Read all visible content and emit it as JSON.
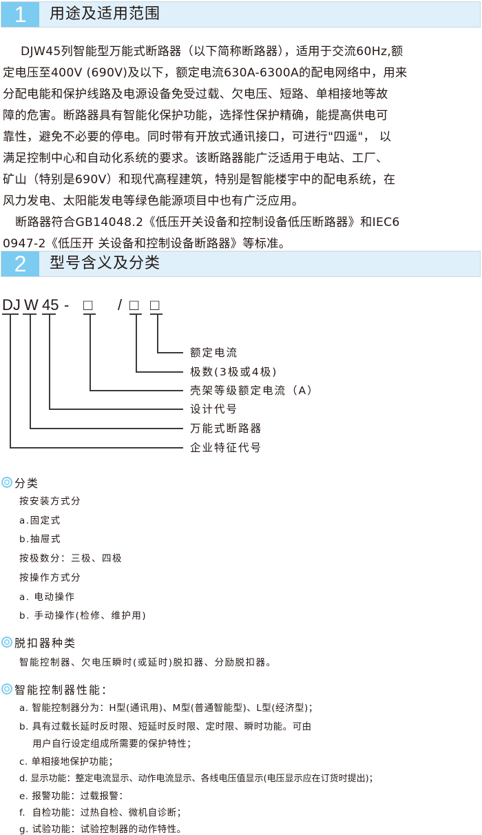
{
  "section1": {
    "number": "1",
    "title": "用途及适用范围",
    "paragraph1_lines": [
      "  DJW45列智能型万能式断路器（以下简称断路器），适用于交流60Hz,额",
      "定电压至400V (690V)及以下，额定电流630A-6300A的配电网络中，用来",
      "分配电能和保护线路及电源设备免受过载、欠电压、短路、单相接地等故",
      "障的危害。断路器具有智能化保护功能，选择性保护精确，能提高供电可",
      "靠性，避免不必要的停电。同时带有开放式通讯接口，可进行\"四遥\"， 以",
      "满足控制中心和自动化系统的要求。该断路器能广泛适用于电站、工厂、",
      "矿山（特别是690V）和现代高程建筑，特别是智能楼宇中的配电系统，在",
      "风力发电、太阳能发电等绿色能源项目中也有广泛应用。"
    ],
    "paragraph2_lines": [
      "  断路器符合GB14048.2《低压开关设备和控制设备低压断路器》和IEC6",
      "0947-2《低压开 关设备和控制设备断路器》等标准。"
    ]
  },
  "section2": {
    "number": "2",
    "title": "型号含义及分类",
    "model_code": {
      "parts": [
        "DJ",
        "W",
        "45",
        "-",
        "□",
        "/",
        "□",
        "□"
      ],
      "labels": [
        "额定电流",
        "极数(3极或4极)",
        "壳架等级额定电流（A）",
        "设计代号",
        "万能式断路器",
        "企业特征代号"
      ]
    },
    "classification": {
      "heading": "分类",
      "items": [
        "按安装方式分",
        "a.固定式",
        "b.抽屉式",
        "按极数分：三极、四极",
        "按操作方式分",
        " a. 电动操作",
        " b. 手动操作(检修、维护用)"
      ]
    },
    "release_types": {
      "heading": "脱扣器种类",
      "text": "智能控制器、欠电压瞬时(或延时)脱扣器、分励脱扣器。"
    },
    "controller_performance": {
      "heading": "智能控制器性能：",
      "items": [
        "a. 智能控制器分为：H型(通讯用)、M型(普通智能型)、L型(经济型)；",
        "b. 具有过载长延时反时限、短延时反时限、定时限、瞬时功能。可由",
        "    用户自行设定组成所需要的保护特性；",
        "c. 单相接地保护功能；",
        "d. 显示功能：整定电流显示、动作电流显示、各线电压值显示(电压显示应在订货时提出)；",
        "e. 报警功能：过载报警：",
        "f.  自检功能：过热自检、微机自诊断；",
        "g. 试验功能：试验控制器的动作特性。"
      ]
    }
  },
  "colors": {
    "header_bg": "#dff0fb",
    "header_num_bg": "#7ccbf0",
    "text": "#231815"
  }
}
